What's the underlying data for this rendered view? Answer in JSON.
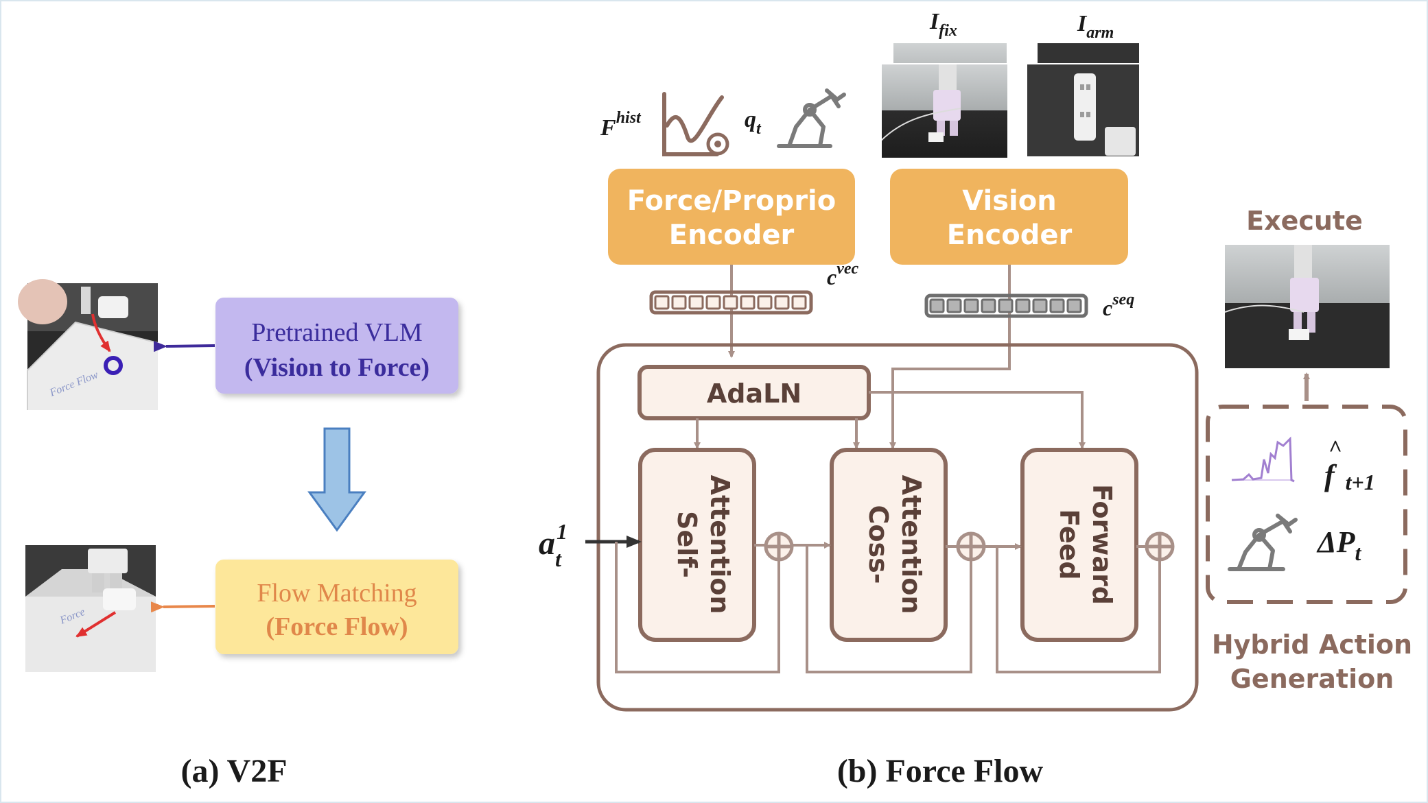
{
  "colors": {
    "brown": "#8b6a5e",
    "brown_light": "#a89088",
    "orange": "#f0b45e",
    "vlm_fill": "#c3b8ef",
    "vlm_text": "#3a2c9c",
    "flow_fill": "#fde79a",
    "flow_text": "#e0874a",
    "cream": "#fbf1ea",
    "gray_token": "#6e6e6e",
    "gray_token_fill": "#b4b4b4",
    "blue_arrow": "#9dc3e6",
    "blue_arrow_edge": "#4a7fc0",
    "vlm_arrow": "#3e2a9a",
    "flow_arrow": "#e8874a",
    "red": "#e03030",
    "dark": "#222222",
    "lilac": "#a17fd0"
  },
  "left": {
    "vlm_line1": "Pretrained VLM",
    "vlm_line2": "(Vision to Force)",
    "flow_line1": "Flow Matching",
    "flow_line2": "(Force Flow)",
    "photo_top_handwriting": "Force Flow",
    "photo_bottom_handwriting": "Force",
    "caption": "(a) V2F"
  },
  "right": {
    "force_encoder_line1": "Force/Proprio",
    "force_encoder_line2": "Encoder",
    "vision_encoder_line1": "Vision",
    "vision_encoder_line2": "Encoder",
    "f_hist_base": "F",
    "f_hist_sup": "hist",
    "q_base": "q",
    "q_sub": "t",
    "i_fix_base": "I",
    "i_fix_sub": "fix",
    "i_arm_base": "I",
    "i_arm_sub": "arm",
    "c_vec_base": "c",
    "c_vec_sup": "vec",
    "c_seq_base": "c",
    "c_seq_sup": "seq",
    "adaln": "AdaLN",
    "self_attention": "Self-Attention",
    "cross_attention": "Coss-Attention",
    "feed_forward": "Feed Forward",
    "a_base": "a",
    "a_sup": "1",
    "a_sub": "t",
    "execute": "Execute",
    "f_hat_base": "f",
    "f_hat_accent": "^",
    "f_hat_sub": "t+1",
    "delta_p_base": "ΔP",
    "delta_p_sub": "t",
    "hybrid_line1": "Hybrid Action",
    "hybrid_line2": "Generation",
    "caption": "(b) Force Flow"
  },
  "icons": [
    "force-history-plot-icon",
    "robot-arm-icon",
    "circle-add-icon",
    "down-arrow-icon"
  ]
}
